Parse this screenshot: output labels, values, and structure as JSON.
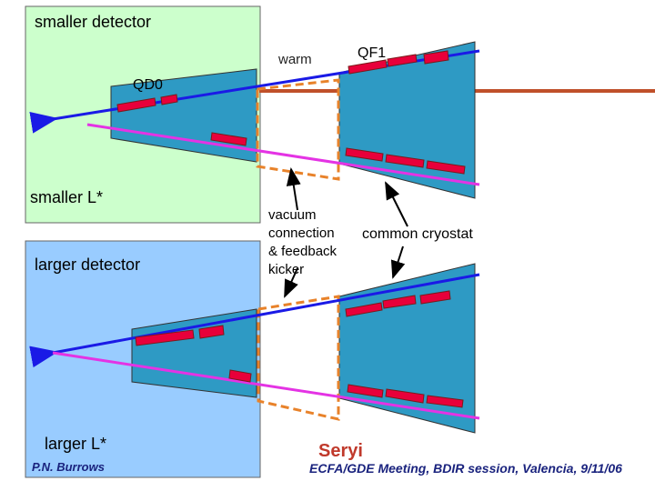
{
  "colors": {
    "small_detector_fill": "#ccffcc",
    "large_detector_fill": "#99ccff",
    "cryostat_fill": "#2e9ac4",
    "magnet": "#e8003a",
    "beam_in": "#1a1ae6",
    "beam_out": "#e433e4",
    "warm_box": "#e8822a",
    "extraction_line": "#c0502a",
    "author_text": "#1a237e",
    "seryi_text": "#c0392b"
  },
  "labels": {
    "smaller_detector": "smaller detector",
    "larger_detector": "larger detector",
    "smaller_lstar": "smaller L*",
    "larger_lstar": "larger L*",
    "warm": "warm",
    "qf1": "QF1",
    "qd0": "QD0",
    "vacuum_1": "vacuum",
    "vacuum_2": "connection",
    "vacuum_3": "& feedback",
    "vacuum_4": "kicker",
    "common_cryostat": "common cryostat"
  },
  "footer": {
    "author": "P.N. Burrows",
    "seryi": "Seryi",
    "meeting": "ECFA/GDE Meeting, BDIR session, Valencia, 9/11/06"
  }
}
